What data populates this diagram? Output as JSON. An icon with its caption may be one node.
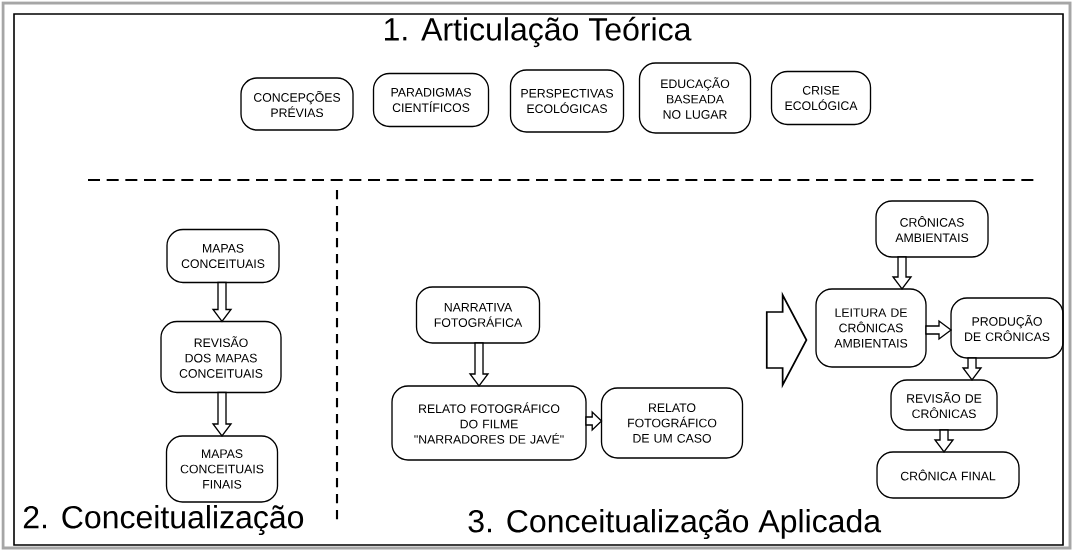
{
  "diagram": {
    "nodes": [
      {
        "text": [
          "CONCEPÇÕES PRÉVIAS"
        ]
      },
      {
        "text": [
          "PARADIGMAS CIENTÍFICOS"
        ]
      },
      {
        "text": [
          "PERSPECTIVAS ECOLÓGICAS"
        ]
      },
      {
        "text": [
          "EDUCAÇÃO BASEADA NO LUGAR"
        ]
      },
      {
        "text": [
          "CRISE ECOLÓGICA"
        ]
      },
      {
        "text": [
          "MAPAS CONCEITUAIS"
        ]
      },
      {
        "text": [
          "REVISÃO DOS MAPAS CONCEITUAIS"
        ]
      },
      {
        "text": [
          "MAPAS CONCEITUAIS FINAIS"
        ]
      },
      {
        "text": [
          "NARRATIVA FOTOGRÁFICA"
        ]
      },
      {
        "text": [
          "RELATO FOTOGRÁFICO DO FILME \"NARRADORES DE JAVÉ\""
        ]
      },
      {
        "text": [
          "RELATO FOTOGRÁFICO DE UM CASO"
        ]
      },
      {
        "text": [
          "CRÔNICAS AMBIENTAIS"
        ]
      },
      {
        "text": [
          "LEITURA DE CRÔNICAS AMBIENTAIS"
        ]
      },
      {
        "text": [
          "PRODUÇÃO DE CRÔNICAS"
        ]
      },
      {
        "text": [
          "REVISÃO DE CRÔNICAS"
        ]
      },
      {
        "text": [
          "CRÔNICA FINAL"
        ]
      }
    ],
    "edges": [
      {
        "from": 5,
        "to": 6,
        "arrow": "to"
      },
      {
        "from": 6,
        "to": 7,
        "arrow": "to"
      },
      {
        "from": 8,
        "to": 9,
        "arrow": "to"
      },
      {
        "from": 9,
        "to": 10,
        "arrow": "to"
      },
      {
        "from": 10,
        "to": 12,
        "arrow": "to",
        "style": "thick"
      },
      {
        "from": 11,
        "to": 12,
        "arrow": "to"
      },
      {
        "from": 12,
        "to": 13,
        "arrow": "to"
      },
      {
        "from": 13,
        "to": 14,
        "arrow": "to"
      },
      {
        "from": 14,
        "to": 15,
        "arrow": "to"
      }
    ],
    "labels": [
      "1. Articulação Teórica",
      "2. Conceitualização",
      "3. Conceitualização Aplicada"
    ]
  }
}
